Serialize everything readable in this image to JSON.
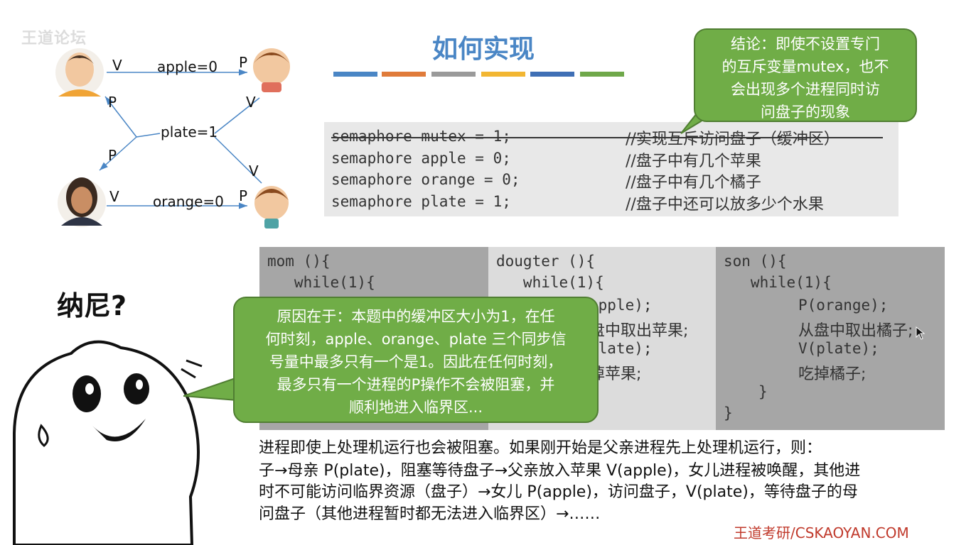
{
  "watermark": "王道论坛",
  "title": "如何实现",
  "color_bars": [
    "#4a86c5",
    "#e07b3a",
    "#9a9a9a",
    "#f2b632",
    "#3f6fb5",
    "#6fa84a"
  ],
  "diagram": {
    "apple": "apple=0",
    "plate": "plate=1",
    "orange": "orange=0",
    "v": "V",
    "p": "P"
  },
  "semaphores": [
    {
      "code": "semaphore mutex = 1;",
      "comment": "//实现互斥访问盘子（缓冲区）"
    },
    {
      "code": "semaphore apple = 0;",
      "comment": "//盘子中有几个苹果"
    },
    {
      "code": "semaphore orange = 0;",
      "comment": "//盘子中有几个橘子"
    },
    {
      "code": "semaphore plate = 1;",
      "comment": "//盘子中还可以放多少个水果"
    }
  ],
  "conclusion_bubble": [
    "结论：即使不设置专门",
    "的互斥变量mutex，也不",
    "会出现多个进程同时访",
    "问盘子的现象"
  ],
  "nani": "纳尼?",
  "mom_code": [
    "mom (){",
    "   while(1){"
  ],
  "daughter_code": [
    "dougter (){",
    "   while(1){",
    "apple);",
    "盘中取出苹果;",
    "plate);",
    "掉苹果;"
  ],
  "son_code": {
    "header": [
      "son (){",
      "   while(1){"
    ],
    "line1": "P(orange);",
    "line2": "从盘中取出橘子;",
    "line3": "V(plate);",
    "line4": "吃掉橘子;",
    "inner_close": "}",
    "outer_close": "}"
  },
  "reason_bubble": [
    "原因在于：本题中的缓冲区大小为1，在任",
    "何时刻，apple、orange、plate 三个同步信",
    "号量中最多只有一个是1。因此在任何时刻，",
    "最多只有一个进程的P操作不会被阻塞，并",
    "顺利地进入临界区..."
  ],
  "paragraph": [
    "进程即使上处理机运行也会被阻塞。如果刚开始是父亲进程先上处理机运行，则：",
    "子→母亲 P(plate)，阻塞等待盘子→父亲放入苹果 V(apple)，女儿进程被唤醒，其他进",
    "时不可能访问临界资源（盘子）→女儿 P(apple)，访问盘子，V(plate)，等待盘子的母",
    "问盘子（其他进程暂时都无法进入临界区）→……"
  ],
  "brand": "王道考研/CSKAOYAN.COM"
}
